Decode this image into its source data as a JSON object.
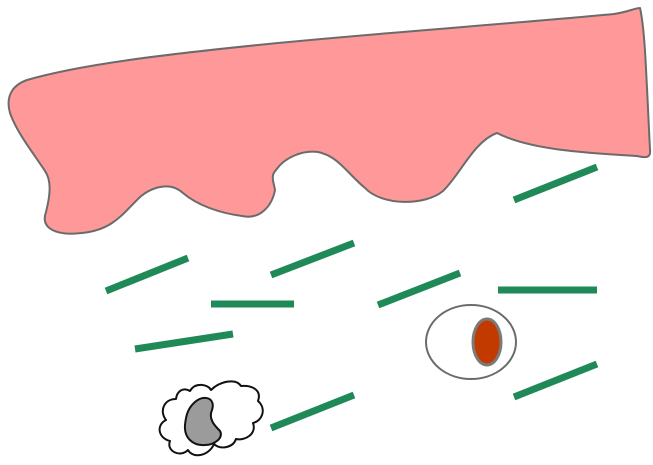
{
  "diagram": {
    "colors": {
      "background": "#ffffff",
      "tissue_fill": "#ff9999",
      "tissue_stroke": "#6b6b6b",
      "rod": "#1f8a57",
      "cell_outline": "#6b6b6b",
      "nucleus_fill": "#c23a00",
      "nucleus_stroke": "#7a7a7a",
      "irregular_cell_outline": "#111111",
      "irregular_nucleus_fill": "#9b9b9b"
    },
    "elements": {
      "tissue": "pink-wavy-tissue",
      "rods": "green-rod-shaped-particles",
      "round_cell": "round-cell-with-red-nucleus",
      "irregular_cell": "irregular-cell-with-gray-nucleus"
    }
  }
}
